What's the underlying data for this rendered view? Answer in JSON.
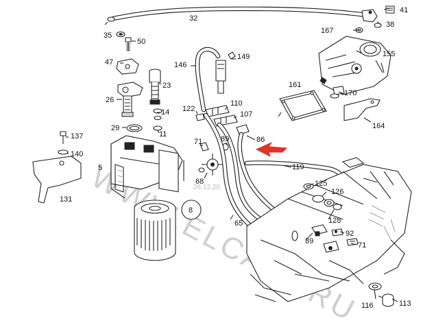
{
  "diagram": {
    "labels": [
      {
        "id": "label-32",
        "text": "32"
      },
      {
        "id": "label-41",
        "text": "41"
      },
      {
        "id": "label-35",
        "text": "35"
      },
      {
        "id": "label-167",
        "text": "167"
      },
      {
        "id": "label-38",
        "text": "38"
      },
      {
        "id": "label-50",
        "text": "50"
      },
      {
        "id": "label-155",
        "text": "155"
      },
      {
        "id": "label-146",
        "text": "146"
      },
      {
        "id": "label-149",
        "text": "149"
      },
      {
        "id": "label-47",
        "text": "47"
      },
      {
        "id": "label-23",
        "text": "23"
      },
      {
        "id": "label-161",
        "text": "161"
      },
      {
        "id": "label-170",
        "text": "170"
      },
      {
        "id": "label-26",
        "text": "26"
      },
      {
        "id": "label-110",
        "text": "110"
      },
      {
        "id": "label-122",
        "text": "122"
      },
      {
        "id": "label-107",
        "text": "107"
      },
      {
        "id": "label-14",
        "text": "14"
      },
      {
        "id": "label-164",
        "text": "164"
      },
      {
        "id": "label-29",
        "text": "29"
      },
      {
        "id": "label-11",
        "text": "11"
      },
      {
        "id": "label-86",
        "text": "86"
      },
      {
        "id": "label-137",
        "text": "137"
      },
      {
        "id": "label-71a",
        "text": "71"
      },
      {
        "id": "label-89a",
        "text": "89"
      },
      {
        "id": "label-140",
        "text": "140"
      },
      {
        "id": "label-5",
        "text": "5"
      },
      {
        "id": "label-119",
        "text": "119"
      },
      {
        "id": "label-68",
        "text": "68"
      },
      {
        "id": "label-125",
        "text": "125"
      },
      {
        "id": "label-126",
        "text": "126"
      },
      {
        "id": "label-131",
        "text": "131"
      },
      {
        "id": "label-8",
        "text": "8"
      },
      {
        "id": "label-128",
        "text": "128"
      },
      {
        "id": "label-65",
        "text": "65"
      },
      {
        "id": "label-92",
        "text": "92"
      },
      {
        "id": "label-89b",
        "text": "89"
      },
      {
        "id": "label-71b",
        "text": "71"
      },
      {
        "id": "label-116",
        "text": "116"
      },
      {
        "id": "label-113",
        "text": "113"
      }
    ],
    "watermark": {
      "text": "WWW.ELCATS.RU",
      "date": "26.12.20"
    },
    "annotation_color": "#e0342a",
    "line_color": "#222222"
  }
}
